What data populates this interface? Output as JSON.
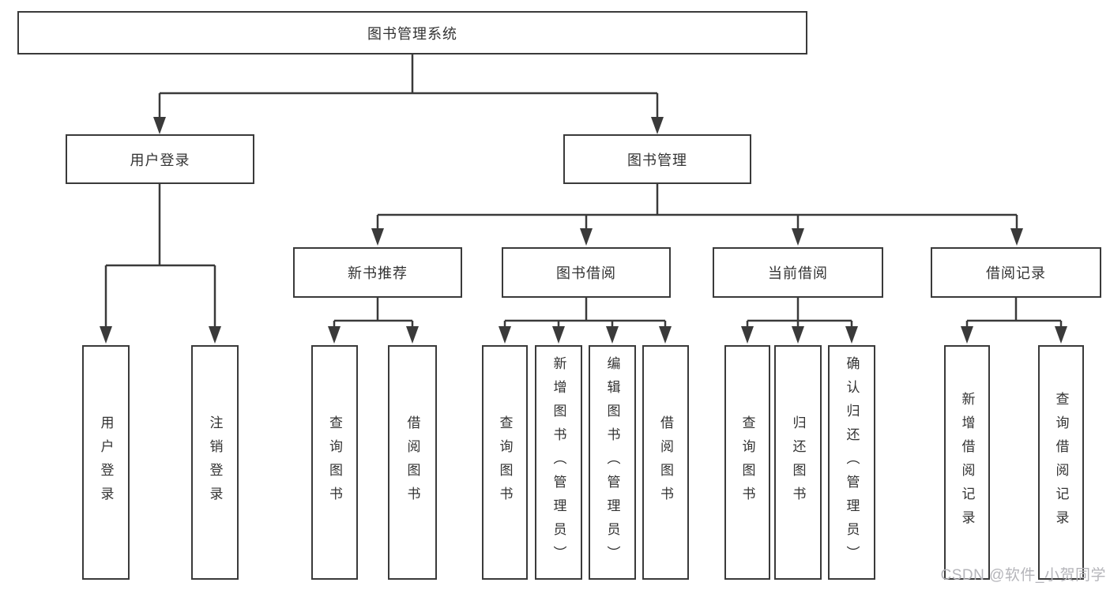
{
  "diagram": {
    "root": {
      "label": "图书管理系统"
    },
    "branches": [
      {
        "label": "用户登录",
        "children": [
          "用户登录",
          "注销登录"
        ]
      },
      {
        "label": "图书管理",
        "children": [
          {
            "label": "新书推荐",
            "children": [
              "查询图书",
              "借阅图书"
            ]
          },
          {
            "label": "图书借阅",
            "children": [
              "查询图书",
              "新增图书（管理员）",
              "编辑图书（管理员）",
              "借阅图书"
            ]
          },
          {
            "label": "当前借阅",
            "children": [
              "查询图书",
              "归还图书",
              "确认归还（管理员）"
            ]
          },
          {
            "label": "借阅记录",
            "children": [
              "新增借阅记录",
              "查询借阅记录"
            ]
          }
        ]
      }
    ],
    "colors": {
      "line": "#3a3a3a",
      "border": "#3a3a3a",
      "text": "#333333",
      "background": "#ffffff",
      "watermark": "#b5b5ba"
    }
  },
  "watermark": {
    "text": "CSDN @软件_小贺同学"
  }
}
